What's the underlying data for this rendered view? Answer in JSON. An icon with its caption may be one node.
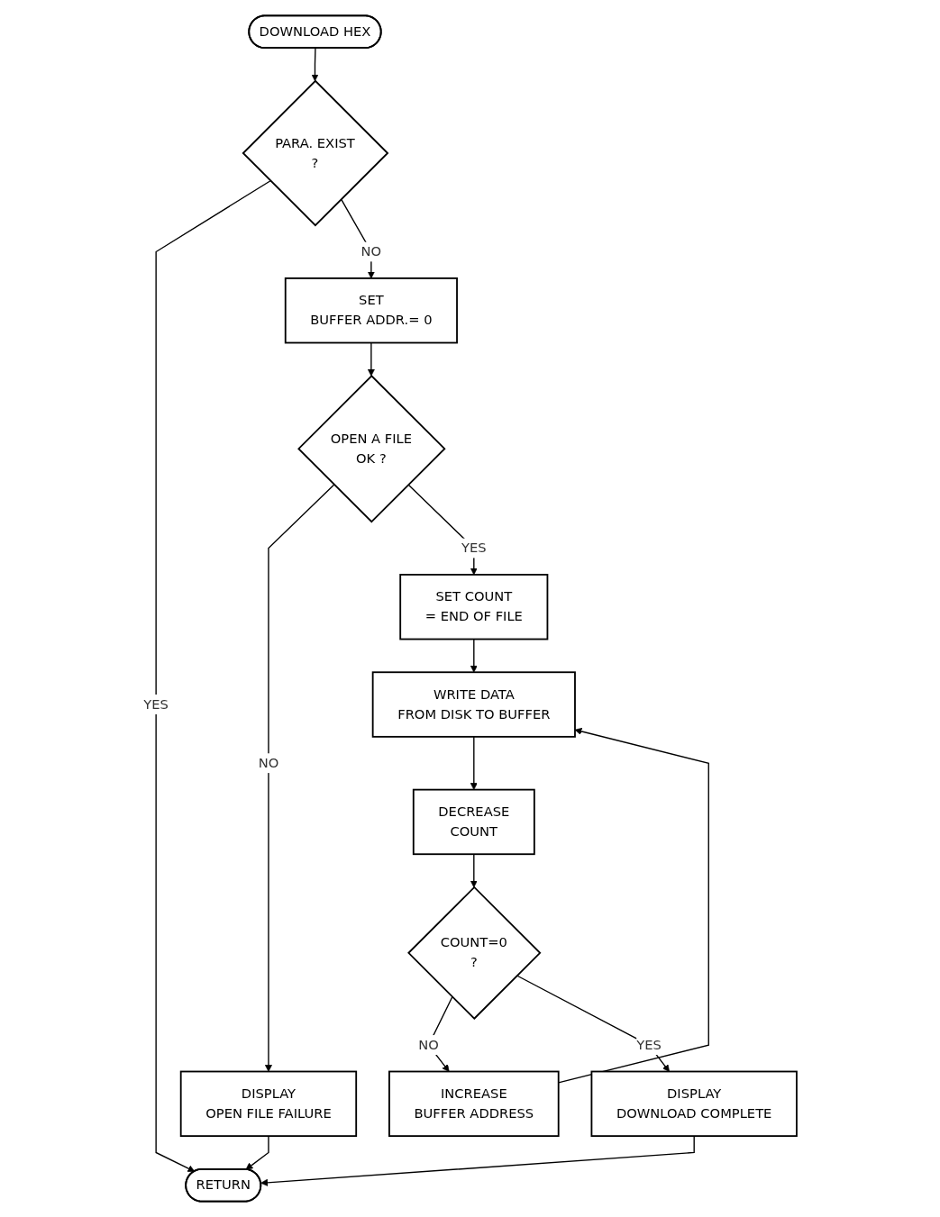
{
  "diagram": {
    "nodes": [
      {
        "text": [
          "DOWNLOAD HEX"
        ]
      },
      {
        "text": [
          "PARA. EXIST",
          "?"
        ]
      },
      {
        "text": [
          "SET",
          "BUFFER ADDR.= 0"
        ]
      },
      {
        "text": [
          "OPEN A FILE",
          "OK ?"
        ]
      },
      {
        "text": [
          "DISPLAY",
          "OPEN FILE FAILURE"
        ]
      },
      {
        "text": [
          "SET COUNT",
          "= END OF FILE"
        ]
      },
      {
        "text": [
          "WRITE DATA",
          "FROM DISK TO BUFFER"
        ]
      },
      {
        "text": [
          "DECREASE",
          "COUNT"
        ]
      },
      {
        "text": [
          "COUNT=0",
          "?"
        ]
      },
      {
        "text": [
          "INCREASE",
          "BUFFER ADDRESS"
        ]
      },
      {
        "text": [
          "DISPLAY",
          "DOWNLOAD COMPLETE"
        ]
      },
      {
        "text": [
          "RETURN"
        ]
      }
    ],
    "edges": [
      {
        "from": 0,
        "to": 1,
        "arrow": "to"
      },
      {
        "from": 1,
        "to": 11,
        "arrow": "to",
        "label": "YES"
      },
      {
        "from": 1,
        "to": 2,
        "arrow": "to",
        "label": "NO"
      },
      {
        "from": 2,
        "to": 3,
        "arrow": "to"
      },
      {
        "from": 3,
        "to": 4,
        "arrow": "to",
        "label": "NO"
      },
      {
        "from": 4,
        "to": 11,
        "arrow": "to"
      },
      {
        "from": 3,
        "to": 5,
        "arrow": "to",
        "label": "YES"
      },
      {
        "from": 5,
        "to": 6,
        "arrow": "to"
      },
      {
        "from": 6,
        "to": 7,
        "arrow": "to"
      },
      {
        "from": 7,
        "to": 8,
        "arrow": "to"
      },
      {
        "from": 8,
        "to": 9,
        "arrow": "to",
        "label": "NO"
      },
      {
        "from": 9,
        "to": 6,
        "arrow": "to"
      },
      {
        "from": 8,
        "to": 10,
        "arrow": "to",
        "label": "YES"
      },
      {
        "from": 10,
        "to": 11,
        "arrow": "to"
      }
    ]
  }
}
